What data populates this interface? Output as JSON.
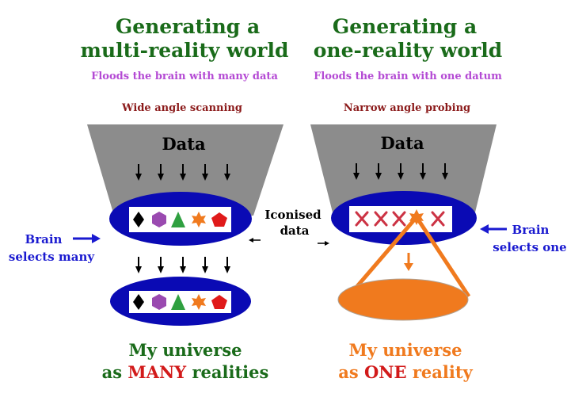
{
  "left": {
    "title_line1": "Generating a",
    "title_line2": "multi-reality world",
    "subtitle": "Floods the brain with many data",
    "mode": "Wide angle scanning",
    "funnel_label": "Data",
    "brain_label_1": "Brain",
    "brain_label_2": "selects many",
    "result_line1": "My universe",
    "result_line2_prefix": "as ",
    "result_line2_emph": "MANY",
    "result_line2_suffix": " realities"
  },
  "right": {
    "title_line1": "Generating a",
    "title_line2": "one-reality world",
    "subtitle": "Floods the brain with one datum",
    "mode": "Narrow angle probing",
    "funnel_label": "Data",
    "brain_label_1": "Brain",
    "brain_label_2": "selects one",
    "result_line1": "My universe",
    "result_line2_prefix": "as ",
    "result_line2_emph": "ONE",
    "result_line2_suffix": " reality"
  },
  "center": {
    "label_line1": "Iconised",
    "label_line2": "data"
  },
  "colors": {
    "funnel_gray": "#8c8c8c",
    "disc_blue": "#0a0ab4",
    "title_green": "#1a6b1a",
    "subtitle_purple": "#b44ad4",
    "mode_darkred": "#8b1a1a",
    "label_blue": "#1a1ad0",
    "emph_red": "#d21a1a",
    "orange": "#f07a1e",
    "shape_purple": "#9a4ab0",
    "shape_green": "#2fa040",
    "shape_red": "#e01a1a",
    "x_red": "#cc3344"
  },
  "icons": [
    "black-diamond",
    "purple-hexagon",
    "green-triangle",
    "orange-star",
    "red-pentagon"
  ]
}
